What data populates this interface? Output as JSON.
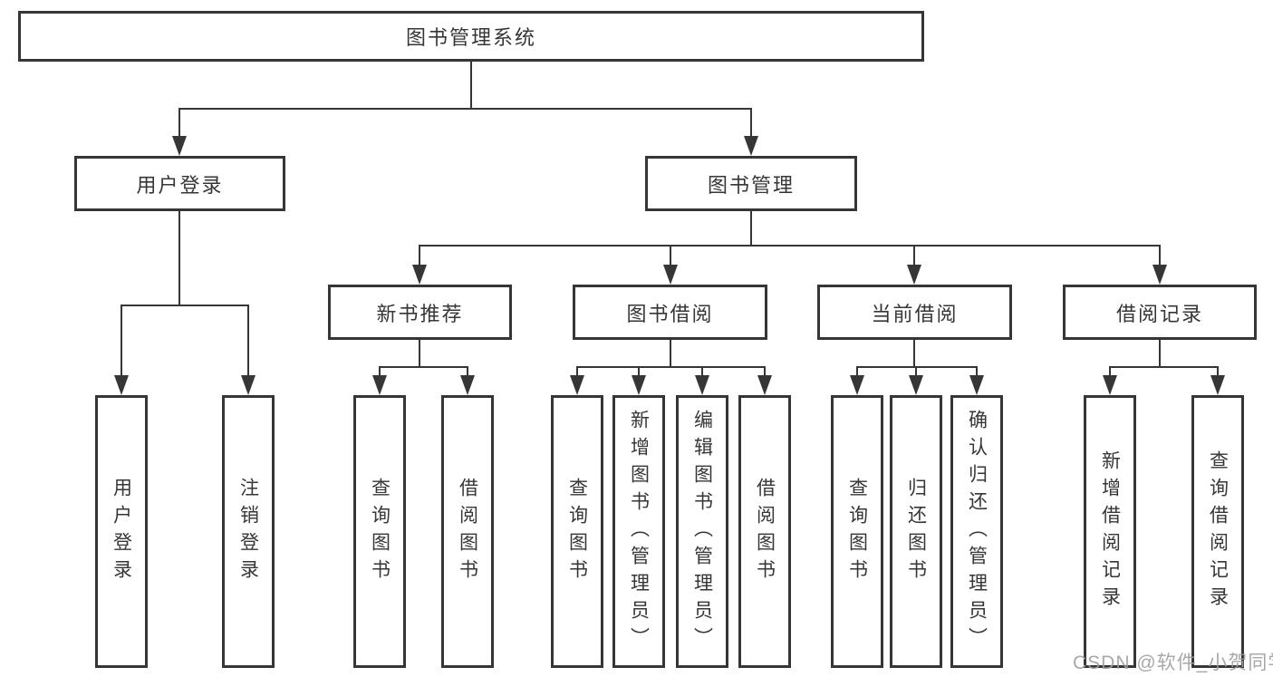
{
  "tree": {
    "root": {
      "label": "图书管理系统"
    },
    "branches": [
      {
        "label": "用户登录",
        "children": [
          {
            "label": "用户登录"
          },
          {
            "label": "注销登录"
          }
        ]
      },
      {
        "label": "图书管理",
        "children": [
          {
            "label": "新书推荐",
            "children": [
              {
                "label": "查询图书"
              },
              {
                "label": "借阅图书"
              }
            ]
          },
          {
            "label": "图书借阅",
            "children": [
              {
                "label": "查询图书"
              },
              {
                "label": "新增图书（管理员）"
              },
              {
                "label": "编辑图书（管理员）"
              },
              {
                "label": "借阅图书"
              }
            ]
          },
          {
            "label": "当前借阅",
            "children": [
              {
                "label": "查询图书"
              },
              {
                "label": "归还图书"
              },
              {
                "label": "确认归还（管理员）"
              }
            ]
          },
          {
            "label": "借阅记录",
            "children": [
              {
                "label": "新增借阅记录"
              },
              {
                "label": "查询借阅记录"
              }
            ]
          }
        ]
      }
    ]
  },
  "watermark": {
    "text": "CSDN @软件_小贺同学"
  },
  "colors": {
    "line": "#363636",
    "text": "#363636",
    "watermark": "#9f9fa3",
    "background": "#ffffff"
  }
}
